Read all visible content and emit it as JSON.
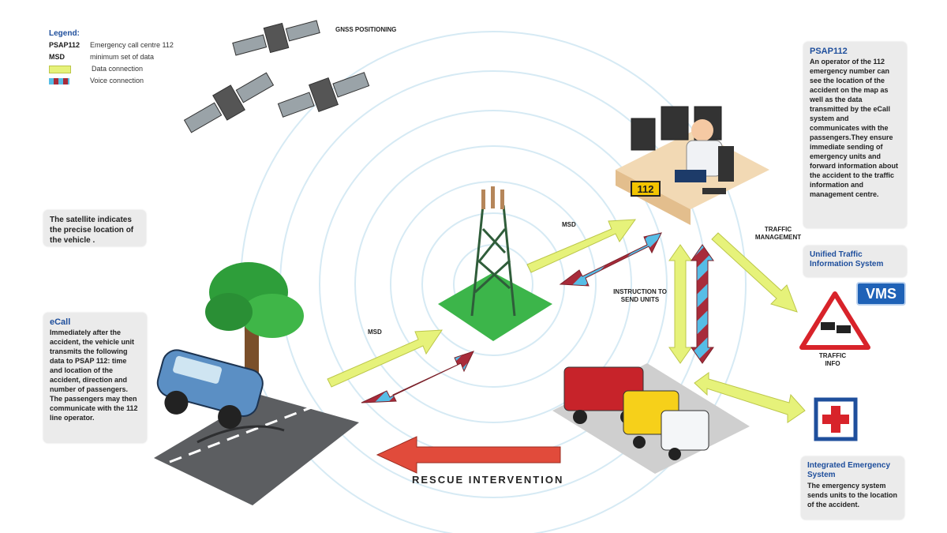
{
  "legend": {
    "title": "Legend:",
    "items": [
      {
        "key": "PSAP112",
        "label": "Emergency call centre 112"
      },
      {
        "key": "MSD",
        "label": "minimum set of data"
      },
      {
        "key": "",
        "label": "Data connection",
        "color": "#e6f27a"
      },
      {
        "key": "",
        "label": "Voice connection",
        "color": "#56bde6"
      }
    ]
  },
  "labels": {
    "gnss": "GNSS POSITIONING",
    "msd_upper": "MSD",
    "msd_lower": "MSD",
    "traffic_management": "TRAFFIC MANAGEMENT",
    "instruction": "INSTRUCTION TO SEND UNITS",
    "traffic_info": "TRAFFIC INFO",
    "rescue": "RESCUE INTERVENTION",
    "vms": "VMS",
    "sign_112": "112"
  },
  "boxes": {
    "satellite": {
      "text": "The satellite indicates the precise location of the vehicle ."
    },
    "ecall": {
      "title": "eCall",
      "text": "Immediately after the accident, the vehicle unit transmits the following data to PSAP 112: time and location of the accident, direction and number of passengers. The passengers may then communicate with the 112 line operator."
    },
    "psap": {
      "title": "PSAP112",
      "text": "An operator of the 112 emergency number can see the location of the accident on the map as well as the data transmitted by the eCall system and communicates with the passengers.They ensure immediate sending of emergency units and forward information about the accident to the traffic information and management centre."
    },
    "utis": {
      "title": "Unified Traffic Information System"
    },
    "ies": {
      "title": "Integrated Emergency System",
      "text": "The emergency system sends units to the location of the accident."
    }
  },
  "colors": {
    "data_connection": "#e6f27a",
    "voice_connection": "#56bde6",
    "voice_stripe": "#a82b3a",
    "rescue_arrow": "#e14b3b",
    "title_blue": "#1e4e9c",
    "tower_ground": "#3cb54a"
  }
}
